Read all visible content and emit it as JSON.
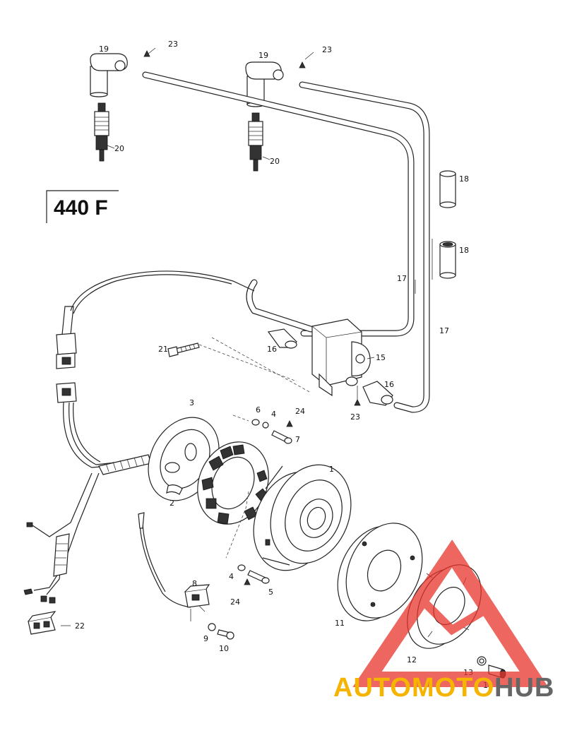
{
  "model_label": "440 F",
  "callouts": {
    "c19a": "19",
    "c23a": "23",
    "c20a": "20",
    "c19b": "19",
    "c23b": "23",
    "c20b": "20",
    "c18a": "18",
    "c18b": "18",
    "c17a": "17",
    "c17b": "17",
    "c16a": "16",
    "c16b": "16",
    "c15": "15",
    "c21": "21",
    "c23c": "23",
    "c3": "3",
    "c6": "6",
    "c4a": "4",
    "c24a": "24",
    "c7": "7",
    "c1": "1",
    "c2": "2",
    "c4b": "4",
    "c5": "5",
    "c24b": "24",
    "c8": "8",
    "c9": "9",
    "c10": "10",
    "c11": "11",
    "c12": "12",
    "c13": "13",
    "c14": "14",
    "c22": "22"
  },
  "watermark": {
    "part1": "AUTOMOTO",
    "part2": "HUB",
    "color_main": "#f4b400",
    "color_secondary": "#666666",
    "triangle_color": "#e8332a"
  }
}
